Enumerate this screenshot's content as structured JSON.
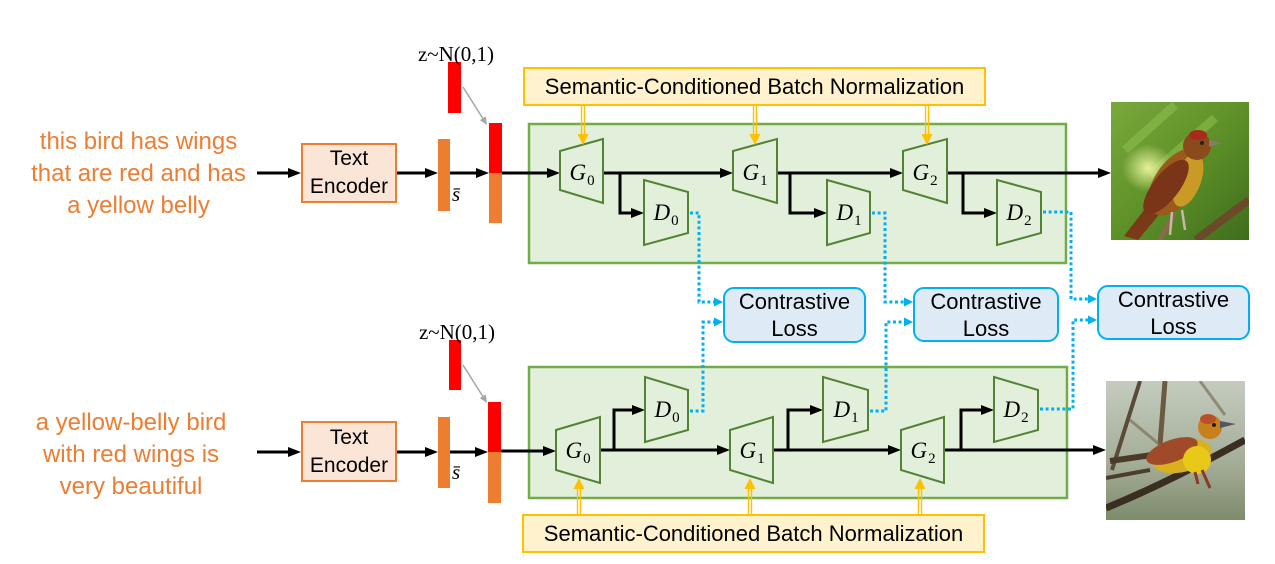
{
  "figure": {
    "normalization_label": "Semantic-Conditioned Batch Normalization",
    "rows": [
      {
        "caption_lines": [
          "this bird has wings",
          "that are red and has",
          "a yellow belly"
        ],
        "encoder_lines": [
          "Text",
          "Encoder"
        ],
        "sentence_vector_label": "s̄",
        "noise_label": "z~N(0,1)",
        "generators": [
          {
            "symbol": "G",
            "index": "0"
          },
          {
            "symbol": "G",
            "index": "1"
          },
          {
            "symbol": "G",
            "index": "2"
          }
        ],
        "discriminators": [
          {
            "symbol": "D",
            "index": "0"
          },
          {
            "symbol": "D",
            "index": "1"
          },
          {
            "symbol": "D",
            "index": "2"
          }
        ],
        "output_image": "bird-photo-green-background"
      },
      {
        "caption_lines": [
          "a yellow-belly bird",
          "with red wings is",
          "very beautiful"
        ],
        "encoder_lines": [
          "Text",
          "Encoder"
        ],
        "sentence_vector_label": "s̄",
        "noise_label": "z~N(0,1)",
        "generators": [
          {
            "symbol": "G",
            "index": "0"
          },
          {
            "symbol": "G",
            "index": "1"
          },
          {
            "symbol": "G",
            "index": "2"
          }
        ],
        "discriminators": [
          {
            "symbol": "D",
            "index": "0"
          },
          {
            "symbol": "D",
            "index": "1"
          },
          {
            "symbol": "D",
            "index": "2"
          }
        ],
        "output_image": "bird-photo-branches"
      }
    ],
    "contrastive_losses": [
      {
        "lines": [
          "Contrastive",
          "Loss"
        ]
      },
      {
        "lines": [
          "Contrastive",
          "Loss"
        ]
      },
      {
        "lines": [
          "Contrastive",
          "Loss"
        ]
      }
    ],
    "colors": {
      "caption": "#ed7d31",
      "encoder_fill": "#fbe5d6",
      "encoder_border": "#ed7d31",
      "noise_bar": "#ff0000",
      "sentence_bar": "#ed7d31",
      "stage_fill": "#e2efda",
      "stage_border": "#70ad47",
      "module_border": "#548235",
      "norm_fill": "#fff2cc",
      "norm_border": "#ffc000",
      "loss_fill": "#deebf7",
      "loss_border": "#00b0f0",
      "arrow": "#000000",
      "noise_arrow": "#a6a6a6"
    }
  }
}
